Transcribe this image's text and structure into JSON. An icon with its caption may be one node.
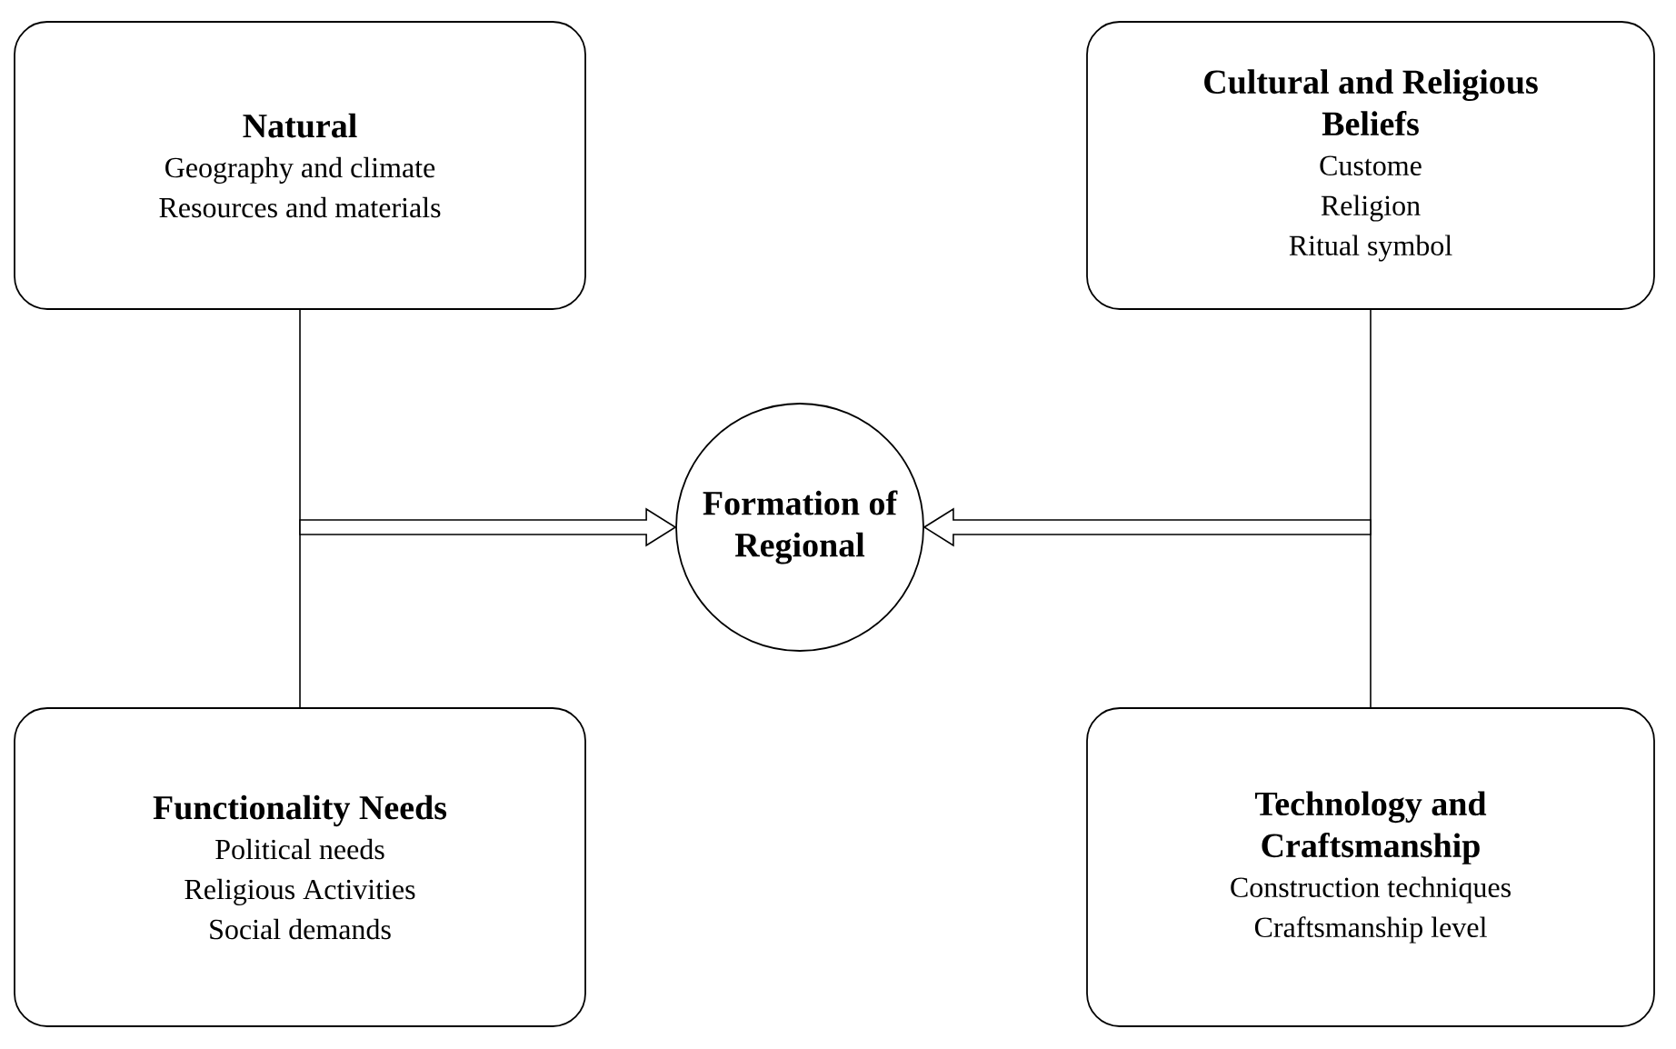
{
  "diagram": {
    "nodes": [
      {
        "text": [
          "Natural",
          "Geography and climate",
          "Resources and materials"
        ]
      },
      {
        "text": [
          "Cultural and Religious Beliefs",
          "Custome",
          "Religion",
          "Ritual symbol"
        ]
      },
      {
        "text": [
          "Formation of Regional"
        ]
      },
      {
        "text": [
          "Functionality Needs",
          "Political needs",
          "Religious Activities",
          "Social demands"
        ]
      },
      {
        "text": [
          "Technology and Craftsmanship",
          "Construction techniques",
          "Craftsmanship level"
        ]
      }
    ],
    "edges": [
      {
        "from": 0,
        "to": 3,
        "arrow": "none"
      },
      {
        "from": null,
        "to": 2,
        "arrow": "to",
        "style": "thick"
      },
      {
        "from": 1,
        "to": 4,
        "arrow": "none"
      },
      {
        "from": null,
        "to": 2,
        "arrow": "to",
        "style": "thick"
      }
    ]
  }
}
